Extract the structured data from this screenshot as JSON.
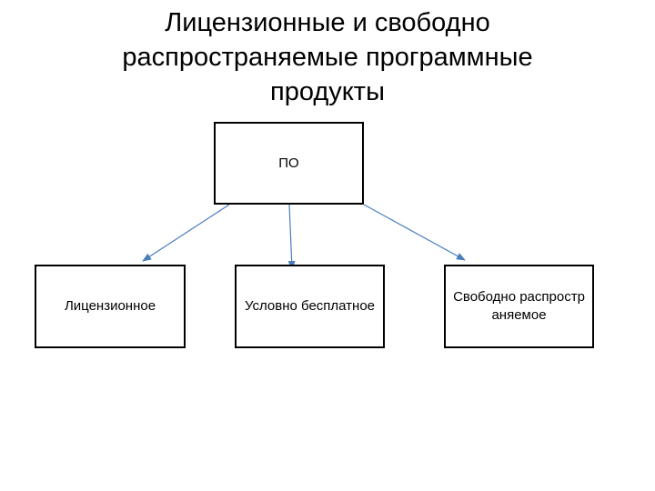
{
  "title": {
    "lines": [
      "Лицензионные и свободно",
      "распространяемые программные",
      "продукты"
    ]
  },
  "diagram": {
    "root": {
      "label": "ПО"
    },
    "children": [
      {
        "id": "licensed",
        "label": "Лицензионное"
      },
      {
        "id": "shareware",
        "label": "Условно бесплатное"
      },
      {
        "id": "free",
        "label": "Свободно распространяемое"
      }
    ],
    "connector_color": "#4a7ebb",
    "box_border_color": "#000000"
  }
}
